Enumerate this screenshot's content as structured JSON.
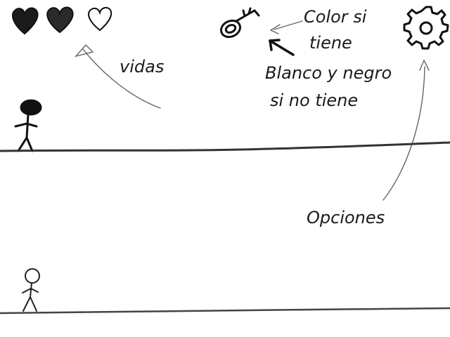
{
  "hud": {
    "lives_total": 3,
    "lives_remaining": 2,
    "key_icon": "key-icon",
    "settings_icon": "gear-icon"
  },
  "annotations": {
    "lives": "vidas",
    "key_line1": "Color si",
    "key_line2": "tiene",
    "key_line3": "Blanco y negro",
    "key_line4": "si no tiene",
    "options": "Opciones"
  },
  "colors": {
    "ink": "#111111",
    "pencil": "#555555"
  }
}
